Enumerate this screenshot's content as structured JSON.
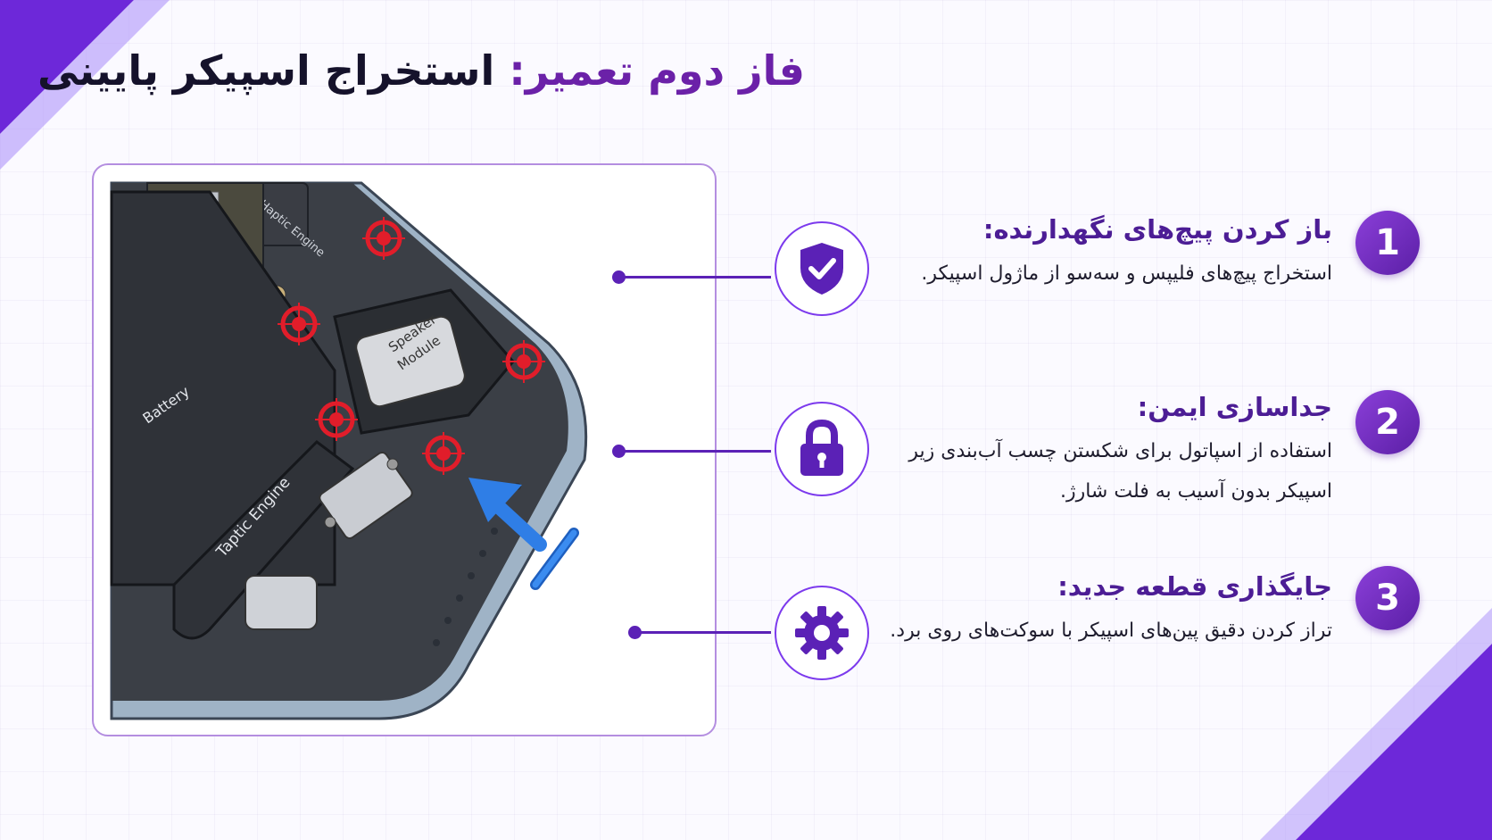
{
  "title": {
    "accent": "فاز دوم تعمیر:",
    "main": "استخراج اسپیکر پایینی"
  },
  "diagram": {
    "labels": {
      "haptic": "Haptic Engine",
      "speaker_line1": "Speaker",
      "speaker_line2": "Module",
      "battery": "Battery",
      "taptic": "Taptic Engine"
    }
  },
  "steps": [
    {
      "number": "1",
      "icon": "shield-check-icon",
      "title": "باز کردن پیچ‌های نگهدارنده:",
      "body": "استخراج پیچ‌های فلیپس و سه‌سو از ماژول اسپیکر."
    },
    {
      "number": "2",
      "icon": "padlock-icon",
      "title": "جداسازی ایمن:",
      "body": "استفاده از اسپاتول برای شکستن چسب آب‌بندی زیر اسپیکر بدون آسیب به فلت شارژ."
    },
    {
      "number": "3",
      "icon": "gear-icon",
      "title": "جایگذاری قطعه جدید:",
      "body": "تراز کردن دقیق پین‌های اسپیکر با سوکت‌های روی برد."
    }
  ],
  "colors": {
    "accent": "#6b21a8",
    "connector": "#5b21b6",
    "screw_marker": "#e11d2a",
    "tool": "#2f7ee6"
  }
}
